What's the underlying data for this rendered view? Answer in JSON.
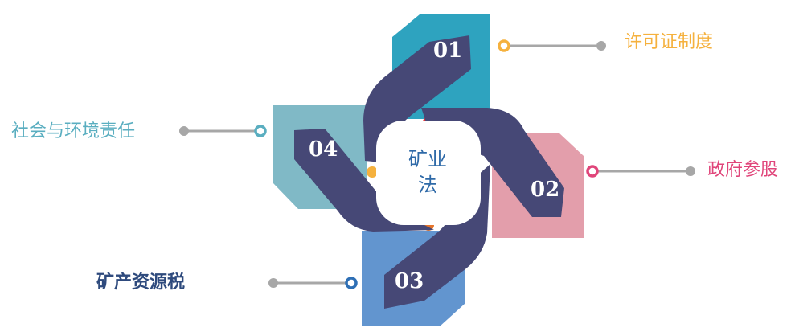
{
  "center": {
    "line1": "矿业",
    "line2": "法"
  },
  "items": [
    {
      "num": "01",
      "label": "许可证制度",
      "color": "#2ea3bf",
      "label_color": "#f5b13e"
    },
    {
      "num": "02",
      "label": "政府参股",
      "color": "#e39eab",
      "label_color": "#e0457a"
    },
    {
      "num": "03",
      "label": "矿产资源税",
      "color": "#6295cf",
      "label_color": "#2e4a7d"
    },
    {
      "num": "04",
      "label": "社会与环境责任",
      "color": "#80b9c6",
      "label_color": "#5aaec0"
    }
  ],
  "colors": {
    "arm": "#464876",
    "connector": "#a7a7a7"
  }
}
